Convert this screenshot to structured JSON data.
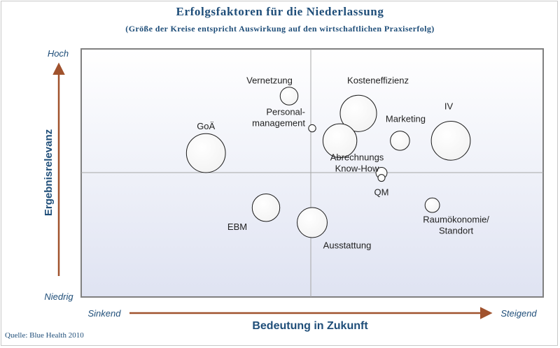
{
  "header": {
    "title": "Erfolgsfaktoren für die Niederlassung",
    "subtitle": "(Größe der Kreise entspricht Auswirkung auf den wirtschaftlichen Praxiserfolg)"
  },
  "footer": {
    "source": "Quelle: Blue Health 2010"
  },
  "colors": {
    "text": "#1f4e79",
    "arrow": "#a0522d",
    "plot_border": "#808080",
    "quadrant_lines": "#a6a6a6",
    "plot_gradient_top": "#ffffff",
    "plot_gradient_bottom": "#dfe3f2"
  },
  "chart_data": {
    "type": "scatter",
    "variant": "bubble",
    "title": "Erfolgsfaktoren für die Niederlassung",
    "subtitle": "(Größe der Kreise entspricht Auswirkung auf den wirtschaftlichen Praxiserfolg)",
    "xlabel": "Bedeutung in Zukunft",
    "ylabel": "Ergebnisrelevanz",
    "x_range_labels": {
      "low": "Sinkend",
      "high": "Steigend"
    },
    "y_range_labels": {
      "low": "Niedrig",
      "high": "Hoch"
    },
    "xlim": [
      0,
      100
    ],
    "ylim": [
      0,
      100
    ],
    "grid": false,
    "quadrant_lines": {
      "x": 50,
      "y": 50
    },
    "points": [
      {
        "label": "Vernetzung",
        "x": 45,
        "y": 81,
        "size": 1.8
      },
      {
        "label": "Kosteneffizienz",
        "x": 60,
        "y": 74,
        "size": 7.5
      },
      {
        "label": "Personal-\nmanagement",
        "x": 50,
        "y": 68,
        "size": 0.3
      },
      {
        "label": "GoÄ",
        "x": 27,
        "y": 58,
        "size": 8.6
      },
      {
        "label": "Marketing",
        "x": 69,
        "y": 63,
        "size": 2.1
      },
      {
        "label": "IV",
        "x": 80,
        "y": 63,
        "size": 8.6
      },
      {
        "label": "",
        "x": 56,
        "y": 63,
        "size": 6.5
      },
      {
        "label": "Abrechnungs\nKnow-How",
        "x": 65,
        "y": 50,
        "size": 0.7
      },
      {
        "label": "QM",
        "x": 65,
        "y": 48,
        "size": 0
      },
      {
        "label": "Raumökonomie/\nStandort",
        "x": 76,
        "y": 37,
        "size": 1.2
      },
      {
        "label": "EBM",
        "x": 40,
        "y": 36,
        "size": 4.3
      },
      {
        "label": "Ausstattung",
        "x": 50,
        "y": 30,
        "size": 5.1
      }
    ]
  }
}
